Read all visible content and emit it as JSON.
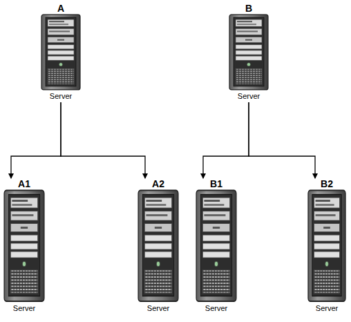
{
  "diagram": {
    "nodes": [
      {
        "text": [
          "A",
          "Server"
        ]
      },
      {
        "text": [
          "A1",
          "Server"
        ]
      },
      {
        "text": [
          "A2",
          "Server"
        ]
      },
      {
        "text": [
          "B",
          "Server"
        ]
      },
      {
        "text": [
          "B1",
          "Server"
        ]
      },
      {
        "text": [
          "B2",
          "Server"
        ]
      }
    ],
    "edges": [
      {
        "from": 0,
        "to": 1,
        "arrow": "to"
      },
      {
        "from": 0,
        "to": 2,
        "arrow": "to"
      },
      {
        "from": 3,
        "to": 4,
        "arrow": "to"
      },
      {
        "from": 3,
        "to": 5,
        "arrow": "to"
      }
    ]
  }
}
